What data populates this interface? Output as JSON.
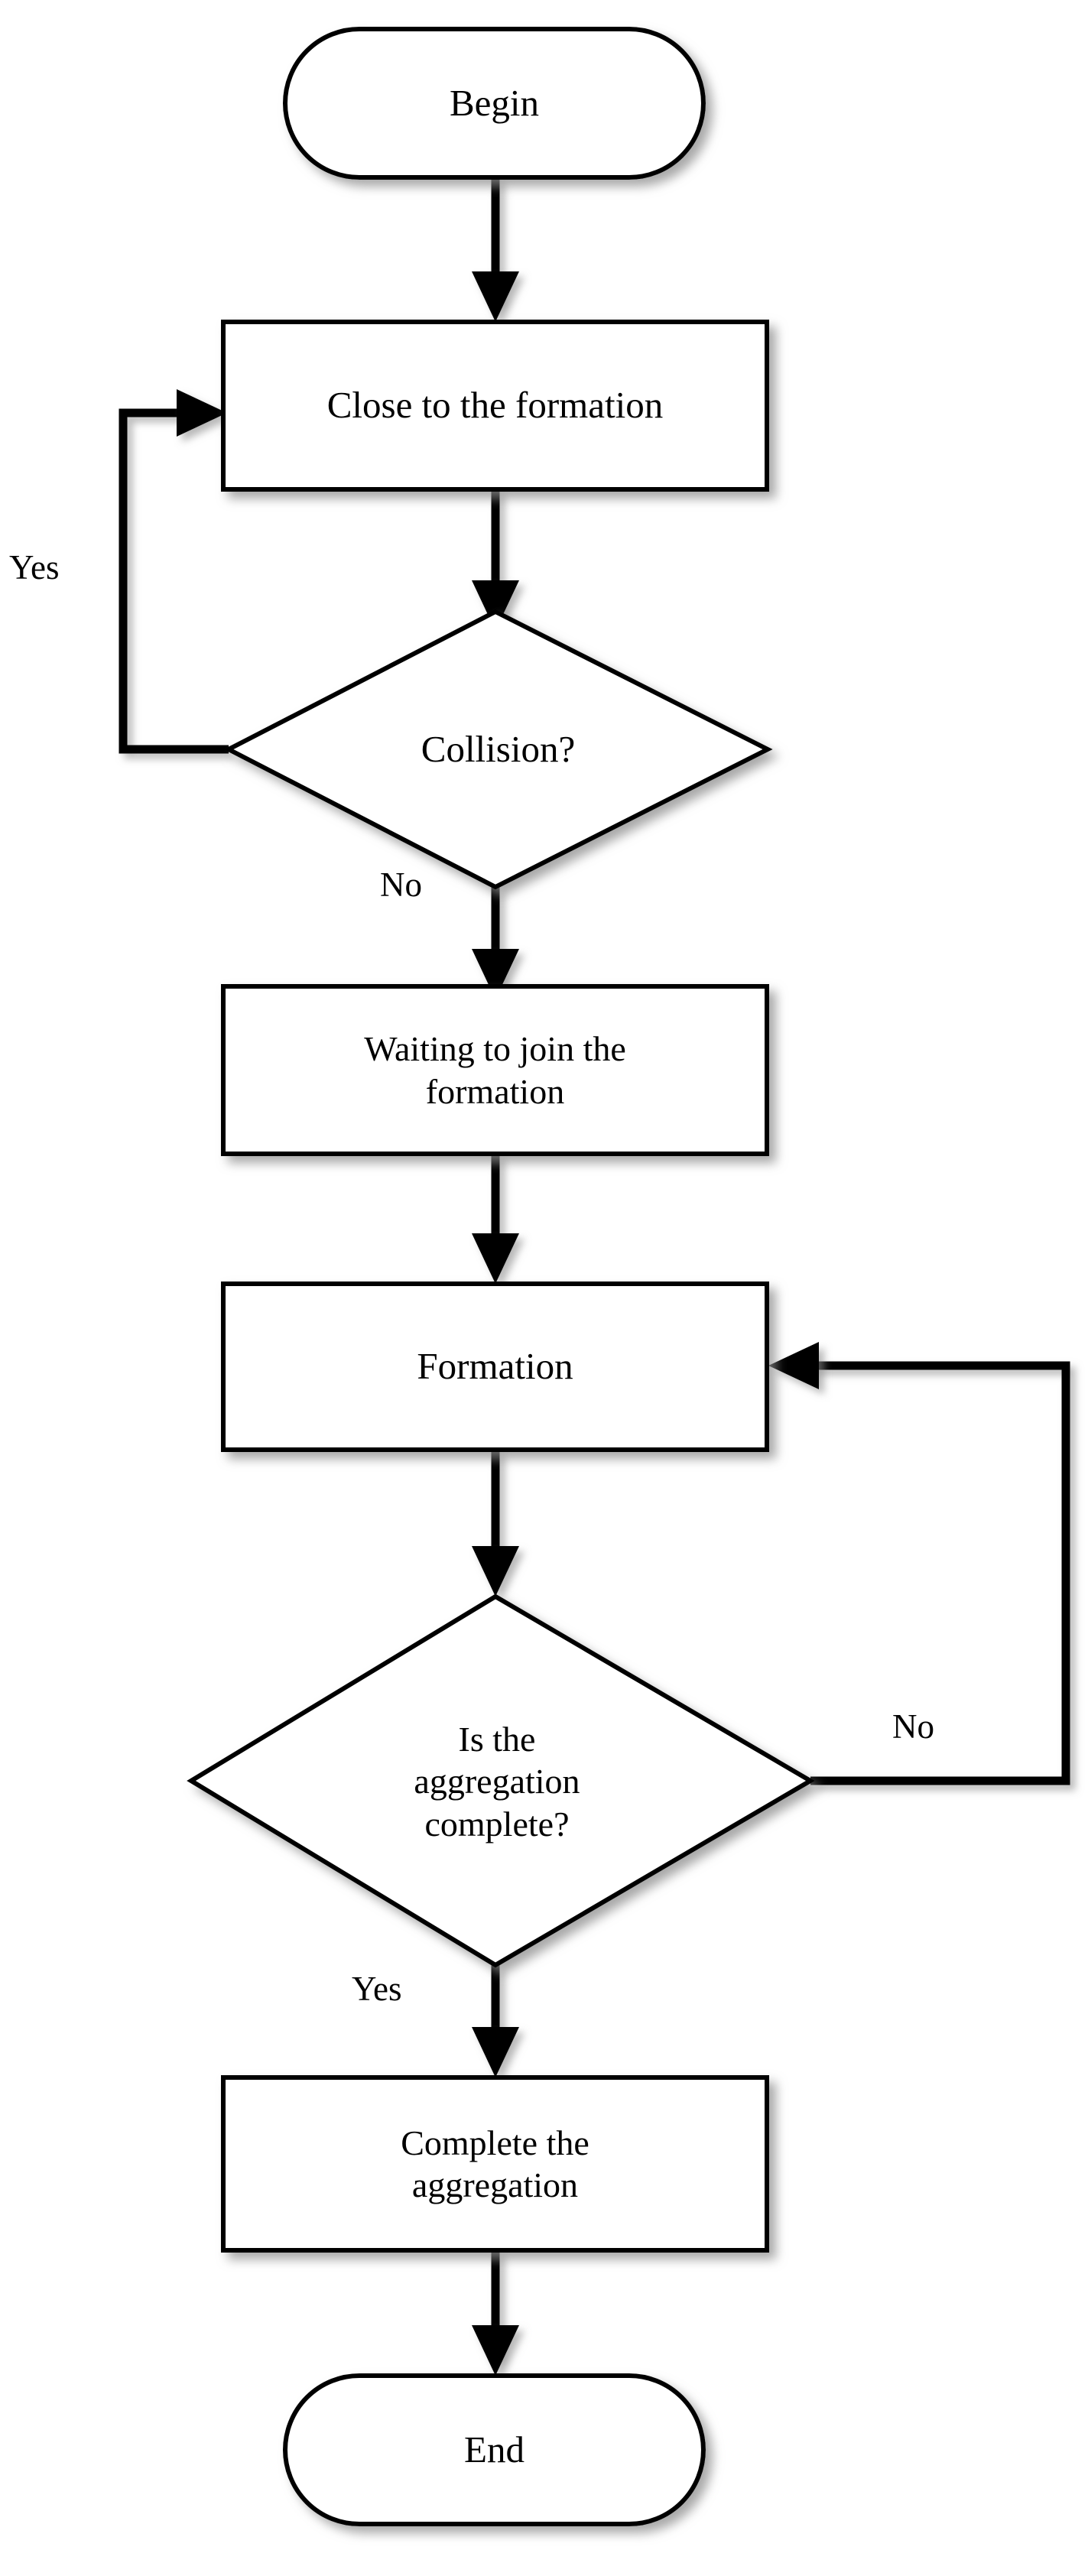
{
  "diagram": {
    "type": "flowchart",
    "title": "",
    "orientation": "top-to-bottom",
    "background_color": "#FFFFFF",
    "stroke_color": "#000000",
    "fill_color": "#FFFFFF",
    "shadow_color": "#B4B4B4",
    "nodes": [
      {
        "id": "begin",
        "shape": "terminator",
        "label": "Begin"
      },
      {
        "id": "close",
        "shape": "process",
        "label": "Close to the formation"
      },
      {
        "id": "collision",
        "shape": "decision",
        "label": "Collision?"
      },
      {
        "id": "waiting",
        "shape": "process",
        "label": "Waiting to join the\nformation"
      },
      {
        "id": "formation",
        "shape": "process",
        "label": "Formation"
      },
      {
        "id": "aggcheck",
        "shape": "decision",
        "label": "Is the\naggregation\ncomplete?"
      },
      {
        "id": "complete",
        "shape": "process",
        "label": "Complete the\naggregation"
      },
      {
        "id": "end",
        "shape": "terminator",
        "label": "End"
      }
    ],
    "edges": [
      {
        "from": "begin",
        "to": "close",
        "label": "",
        "routing": "straight-down"
      },
      {
        "from": "close",
        "to": "collision",
        "label": "",
        "routing": "straight-down"
      },
      {
        "from": "collision",
        "to": "close",
        "label": "Yes",
        "routing": "left-loop-up"
      },
      {
        "from": "collision",
        "to": "waiting",
        "label": "No",
        "routing": "straight-down"
      },
      {
        "from": "waiting",
        "to": "formation",
        "label": "",
        "routing": "straight-down"
      },
      {
        "from": "formation",
        "to": "aggcheck",
        "label": "",
        "routing": "straight-down"
      },
      {
        "from": "aggcheck",
        "to": "formation",
        "label": "No",
        "routing": "right-loop-up"
      },
      {
        "from": "aggcheck",
        "to": "complete",
        "label": "Yes",
        "routing": "straight-down"
      },
      {
        "from": "complete",
        "to": "end",
        "label": "",
        "routing": "straight-down"
      }
    ],
    "edge_labels": {
      "collision_yes": "Yes",
      "collision_no": "No",
      "aggregation_no": "No",
      "aggregation_yes": "Yes"
    }
  }
}
